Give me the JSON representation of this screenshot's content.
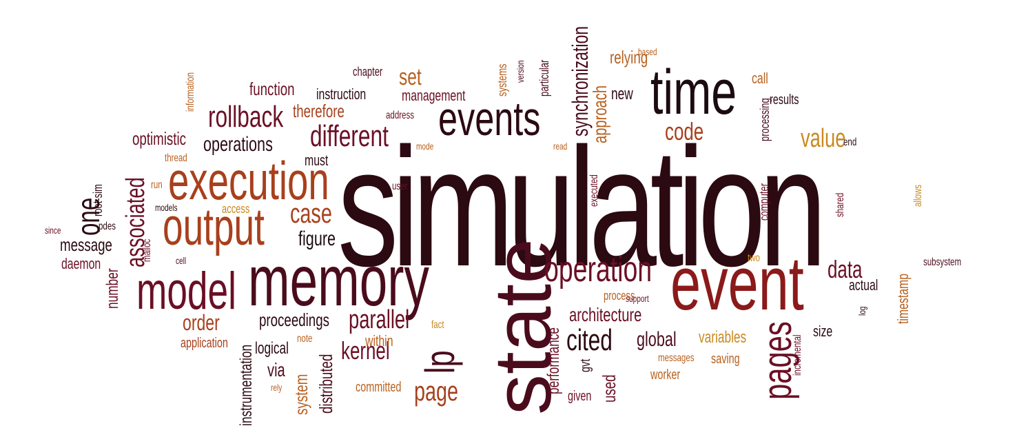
{
  "palette": {
    "c1": "#2b0a12",
    "c2": "#4a0c1c",
    "c3": "#6b0f24",
    "c4": "#8b1a1a",
    "c5": "#a8401c",
    "c6": "#b8601e",
    "c7": "#c98a1f",
    "c8": "#7a2a1a",
    "c9": "#1c0b10"
  },
  "words": [
    {
      "text": "simulation",
      "color": "c1"
    },
    {
      "text": "time",
      "color": "c9"
    },
    {
      "text": "events",
      "color": "c1"
    },
    {
      "text": "event",
      "color": "c4"
    },
    {
      "text": "memory",
      "color": "c2"
    },
    {
      "text": "state",
      "color": "c2"
    },
    {
      "text": "model",
      "color": "c3"
    },
    {
      "text": "output",
      "color": "c5"
    },
    {
      "text": "execution",
      "color": "c5"
    },
    {
      "text": "operation",
      "color": "c3"
    },
    {
      "text": "rollback",
      "color": "c3"
    },
    {
      "text": "operations",
      "color": "c1"
    },
    {
      "text": "different",
      "color": "c3"
    },
    {
      "text": "case",
      "color": "c5"
    },
    {
      "text": "figure",
      "color": "c9"
    },
    {
      "text": "parallel",
      "color": "c3"
    },
    {
      "text": "kernel",
      "color": "c3"
    },
    {
      "text": "page",
      "color": "c5"
    },
    {
      "text": "lp",
      "color": "c2"
    },
    {
      "text": "order",
      "color": "c5"
    },
    {
      "text": "proceedings",
      "color": "c1"
    },
    {
      "text": "architecture",
      "color": "c3"
    },
    {
      "text": "cited",
      "color": "c1"
    },
    {
      "text": "global",
      "color": "c2"
    },
    {
      "text": "data",
      "color": "c3"
    },
    {
      "text": "pages",
      "color": "c3"
    },
    {
      "text": "value",
      "color": "c7"
    },
    {
      "text": "code",
      "color": "c5"
    },
    {
      "text": "approach",
      "color": "c6"
    },
    {
      "text": "synchronization",
      "color": "c2"
    },
    {
      "text": "set",
      "color": "c6"
    },
    {
      "text": "function",
      "color": "c3"
    },
    {
      "text": "therefore",
      "color": "c5"
    },
    {
      "text": "optimistic",
      "color": "c3"
    },
    {
      "text": "one",
      "color": "c1"
    },
    {
      "text": "associated",
      "color": "c3"
    },
    {
      "text": "message",
      "color": "c1"
    },
    {
      "text": "daemon",
      "color": "c3"
    },
    {
      "text": "number",
      "color": "c3"
    },
    {
      "text": "application",
      "color": "c5"
    },
    {
      "text": "logical",
      "color": "c1"
    },
    {
      "text": "via",
      "color": "c2"
    },
    {
      "text": "instrumentation",
      "color": "c1"
    },
    {
      "text": "system",
      "color": "c6"
    },
    {
      "text": "distributed",
      "color": "c2"
    },
    {
      "text": "committed",
      "color": "c6"
    },
    {
      "text": "within",
      "color": "c6"
    },
    {
      "text": "instruction",
      "color": "c1"
    },
    {
      "text": "chapter",
      "color": "c2"
    },
    {
      "text": "management",
      "color": "c3"
    },
    {
      "text": "relying",
      "color": "c6"
    },
    {
      "text": "based",
      "color": "c6"
    },
    {
      "text": "call",
      "color": "c6"
    },
    {
      "text": "results",
      "color": "c1"
    },
    {
      "text": "new",
      "color": "c1"
    },
    {
      "text": "end",
      "color": "c1"
    },
    {
      "text": "actual",
      "color": "c1"
    },
    {
      "text": "size",
      "color": "c1"
    },
    {
      "text": "variables",
      "color": "c7"
    },
    {
      "text": "saving",
      "color": "c6"
    },
    {
      "text": "worker",
      "color": "c6"
    },
    {
      "text": "messages",
      "color": "c6"
    },
    {
      "text": "subsystem",
      "color": "c2"
    },
    {
      "text": "timestamp",
      "color": "c6"
    },
    {
      "text": "log",
      "color": "c1"
    },
    {
      "text": "two",
      "color": "c7"
    },
    {
      "text": "process",
      "color": "c6"
    },
    {
      "text": "support",
      "color": "c3"
    },
    {
      "text": "gvt",
      "color": "c1"
    },
    {
      "text": "performance",
      "color": "c3"
    },
    {
      "text": "used",
      "color": "c3"
    },
    {
      "text": "given",
      "color": "c3"
    },
    {
      "text": "fact",
      "color": "c7"
    },
    {
      "text": "note",
      "color": "c6"
    },
    {
      "text": "rely",
      "color": "c6"
    },
    {
      "text": "information",
      "color": "c6"
    },
    {
      "text": "thread",
      "color": "c6"
    },
    {
      "text": "must",
      "color": "c1"
    },
    {
      "text": "run",
      "color": "c6"
    },
    {
      "text": "root-sim",
      "color": "c1"
    },
    {
      "text": "models",
      "color": "c1"
    },
    {
      "text": "access",
      "color": "c7"
    },
    {
      "text": "pdes",
      "color": "c1"
    },
    {
      "text": "since",
      "color": "c3"
    },
    {
      "text": "malloc",
      "color": "c3"
    },
    {
      "text": "cell",
      "color": "c2"
    },
    {
      "text": "address",
      "color": "c3"
    },
    {
      "text": "mode",
      "color": "c6"
    },
    {
      "text": "user",
      "color": "c3"
    },
    {
      "text": "systems",
      "color": "c6"
    },
    {
      "text": "version",
      "color": "c2"
    },
    {
      "text": "particular",
      "color": "c2"
    },
    {
      "text": "read",
      "color": "c6"
    },
    {
      "text": "processing",
      "color": "c2"
    },
    {
      "text": "computer",
      "color": "c3"
    },
    {
      "text": "shared",
      "color": "c3"
    },
    {
      "text": "allows",
      "color": "c7"
    },
    {
      "text": "executed",
      "color": "c3"
    },
    {
      "text": "incremental",
      "color": "c3"
    },
    {
      "text": "gvt",
      "color": "c1"
    }
  ]
}
